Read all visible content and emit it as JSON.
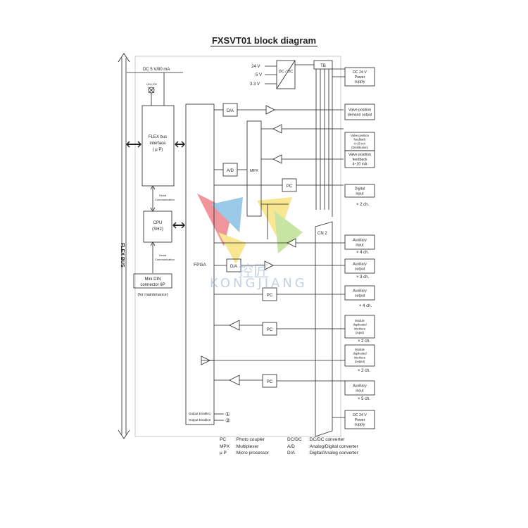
{
  "title": "FXSVT01 block diagram",
  "flex_bus_label": "FLEX BUS",
  "power_in": "DC 5 V/80 mA",
  "voltages": [
    "24 V",
    "5 V",
    "3.3 V"
  ],
  "dcdc": "DC / DC",
  "tb": "TB",
  "on_led": "ON LED",
  "flex_bus_interface": [
    "FLEX bus",
    "interface",
    "( μ P)"
  ],
  "serial_comm": [
    "Serial",
    "Communication"
  ],
  "cpu": [
    "CPU",
    "(SH2)"
  ],
  "mini_din": [
    "Mini DIN",
    "connector 6P"
  ],
  "for_maintenance": "(for maintenance)",
  "fpga": "FPGA",
  "da": "D/A",
  "ad": "A/D",
  "mpx": "MPX",
  "pc": "PC",
  "cn2": "CN 2",
  "output_enable": [
    "Output Enable1",
    "Output Enable2"
  ],
  "output_enable_marks": [
    "①",
    "②"
  ],
  "right_boxes": [
    {
      "lines": [
        "DC 24 V",
        "Power",
        "supply"
      ]
    },
    {
      "lines": [
        "Valve position",
        "demand output"
      ]
    },
    {
      "lines": [
        "Valve position",
        "feedback",
        "4~20 mA",
        "(Distribution)"
      ]
    },
    {
      "lines": [
        "Valve position",
        "feedback",
        "4~20 mA"
      ]
    },
    {
      "lines": [
        "Digital",
        "input"
      ]
    },
    {
      "lines": [
        "Auxiliary",
        "input"
      ]
    },
    {
      "lines": [
        "Auxiliary",
        "output"
      ]
    },
    {
      "lines": [
        "Auxiliary",
        "output"
      ]
    },
    {
      "lines": [
        "Module",
        "duplicated",
        "interface",
        "(input)"
      ]
    },
    {
      "lines": [
        "Module",
        "duplicated",
        "interface",
        "(output)"
      ]
    },
    {
      "lines": [
        "Auxiliary",
        "inout"
      ]
    },
    {
      "lines": [
        "DC 24 V",
        "Power",
        "supply"
      ]
    }
  ],
  "channel_counts": [
    "× 2  ch.",
    "× 4  ch.",
    "× 3  ch.",
    "× 4  ch.",
    "× 2  ch.",
    "× 2  ch.",
    "× 5  ch."
  ],
  "legend": [
    [
      "PC",
      ":Photo coupler",
      "DC/DC",
      ":DC/DC converter"
    ],
    [
      "MPX",
      ":Multiplexer",
      "A/D",
      ":Analog/Digital converter"
    ],
    [
      "μ P",
      ":Micro processor",
      "D/A",
      ":Digital/Analog converter"
    ]
  ],
  "watermark": "KONGJIANG",
  "watermark_cn": "控匠",
  "colors": {
    "line": "#222222",
    "bg": "#ffffff",
    "wm_red": "#e2404a",
    "wm_yellow": "#f3d23a",
    "wm_blue": "#4a9fd6",
    "wm_green": "#9ccf5a"
  }
}
